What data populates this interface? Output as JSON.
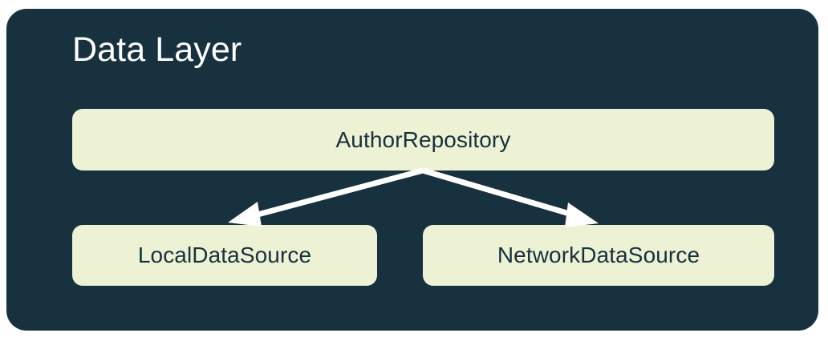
{
  "diagram": {
    "type": "architecture-layer-diagram",
    "panel": {
      "title": "Data Layer",
      "background_color": "#17313F",
      "title_color": "#FFFFFF"
    },
    "node_style": {
      "background_color": "#EDF2D4",
      "text_color": "#17313F"
    },
    "arrow_color": "#FFFFFF",
    "nodes": [
      {
        "id": "repository",
        "label": "AuthorRepository",
        "row": "top"
      },
      {
        "id": "local",
        "label": "LocalDataSource",
        "row": "bottom"
      },
      {
        "id": "network",
        "label": "NetworkDataSource",
        "row": "bottom"
      }
    ],
    "edges": [
      {
        "id": "repository-to-local",
        "from": "repository",
        "to": "local",
        "direction": "down-left",
        "arrowhead": "filled-triangle"
      },
      {
        "id": "repository-to-network",
        "from": "repository",
        "to": "network",
        "direction": "down-right",
        "arrowhead": "filled-triangle"
      }
    ]
  }
}
